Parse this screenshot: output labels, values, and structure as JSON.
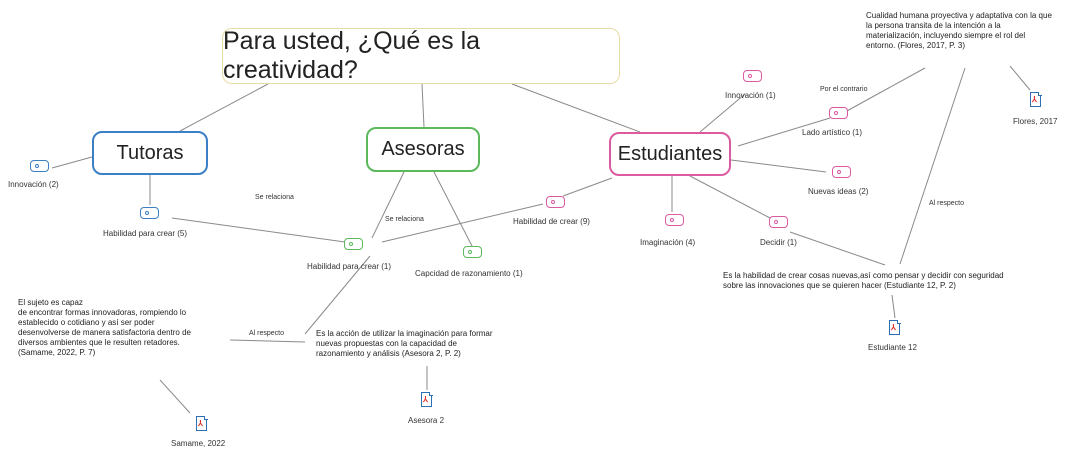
{
  "root": "Para usted, ¿Qué es la creatividad?",
  "groups": {
    "tutoras": "Tutoras",
    "asesoras": "Asesoras",
    "estudiantes": "Estudiantes"
  },
  "codes": {
    "innovacion_2": "Innovación (2)",
    "habilidad_5": "Habilidad para crear (5)",
    "habilidad_1": "Habilidad para crear (1)",
    "razonamiento_1": "Capcidad de razonamiento (1)",
    "habilidad_9": "Habilidad de crear (9)",
    "imaginacion_4": "Imaginación (4)",
    "decidir_1": "Decidir (1)",
    "nuevas_ideas_2": "Nuevas ideas (2)",
    "lado_artistico_1": "Lado artístico (1)",
    "innovacion_1": "Innovación (1)"
  },
  "relations": {
    "se_relaciona_a": "Se relaciona",
    "se_relaciona_b": "Se relaciona",
    "al_respecto_left": "Al respecto",
    "al_respecto_right": "Al respecto",
    "por_el_contrario": "Por el contrario"
  },
  "quotes": {
    "samame": "El sujeto es capaz\nde encontrar formas innovadoras, rompiendo lo\nestablecido o cotidiano y así ser poder\ndesenvolverse de manera satisfactoria dentro de\ndiversos ambientes que le resulten retadores.\n(Samame, 2022, P. 7)",
    "asesora": "Es la acción de utilizar la imaginación para formar\nnuevas propuestas con la capacidad de\nrazonamiento y análisis (Asesora 2, P. 2)",
    "estudiante": "Es la habilidad de crear cosas nuevas,así como pensar y decidir con seguridad\nsobre las innovaciones que se quieren hacer (Estudiante 12, P. 2)",
    "flores": "Cualidad humana proyectiva y adaptativa con la que\nla persona transita de la intención a la\nmaterialización, incluyendo siempre el rol del\nentorno.  (Flores, 2017, P. 3)"
  },
  "documents": {
    "samame": "Samame, 2022",
    "asesora": "Asesora 2",
    "estudiante": "Estudiante 12",
    "flores": "Flores, 2017"
  },
  "colors": {
    "tutoras": "#3b7fc4",
    "asesoras": "#5cb85c",
    "estudiantes": "#dc5ba0",
    "root_border": "#e8dba0",
    "pdf_mark": "#e0312b"
  }
}
